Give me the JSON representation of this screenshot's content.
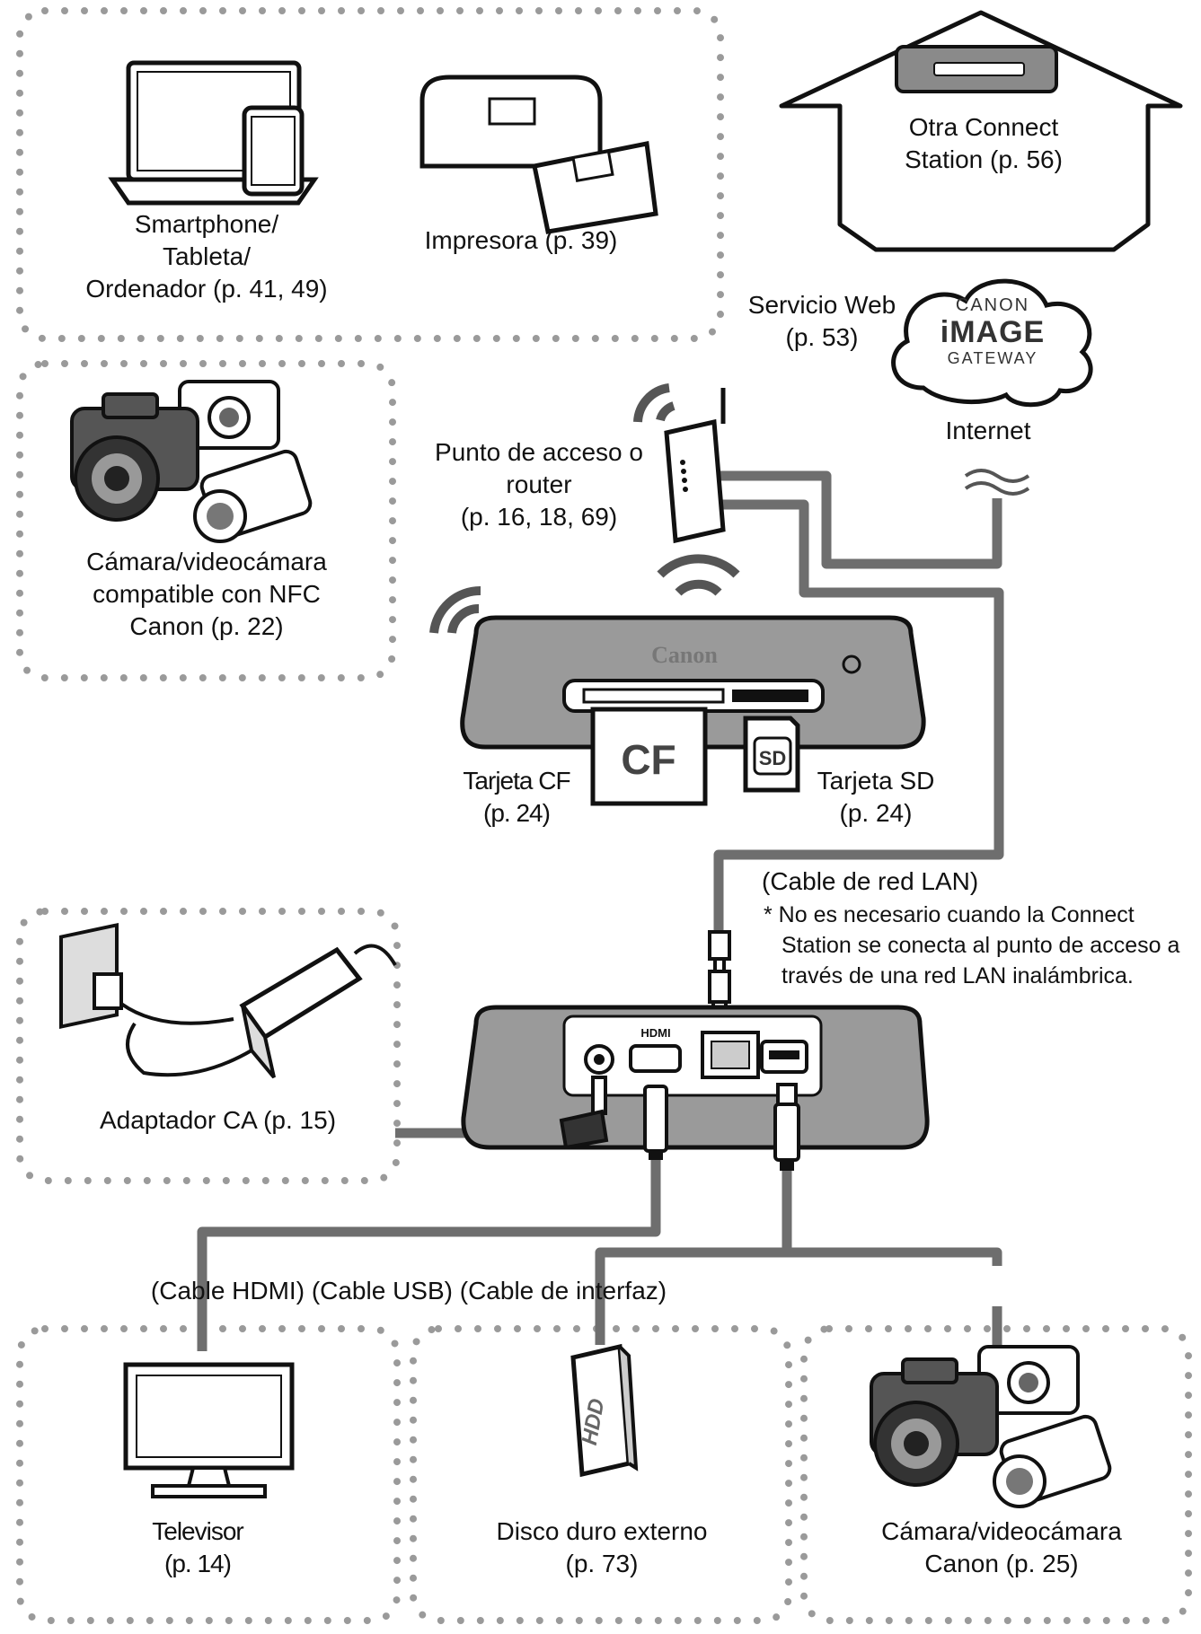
{
  "palette": {
    "cable": "#6e6e6e",
    "device": "#9a9a9a",
    "device_dark": "#6a6a6a",
    "line": "#111111",
    "dots": "#9a9a9a"
  },
  "labels": {
    "smartphone": [
      "Smartphone/",
      "Tableta/",
      "Ordenador (p. 41, 49)"
    ],
    "printer": [
      "Impresora (p. 39)"
    ],
    "other_station": [
      "Otra Connect",
      "Station (p. 56)"
    ],
    "web_service": [
      "Servicio Web",
      "(p. 53)"
    ],
    "gateway": [
      "CANON",
      "iMAGE",
      "GATEWAY"
    ],
    "internet": [
      "Internet"
    ],
    "access_point": [
      "Punto de acceso o",
      "router",
      "(p. 16, 18, 69)"
    ],
    "nfc_camera": [
      "Cámara/videocámara",
      "compatible con NFC",
      "Canon (p. 22)"
    ],
    "brand": "Canon",
    "cf_text": "CF",
    "sd_text": "SD",
    "cf_card": [
      "Tarjeta CF",
      "(p. 24)"
    ],
    "sd_card": [
      "Tarjeta SD",
      "(p. 24)"
    ],
    "lan_cable": [
      "(Cable de red LAN)"
    ],
    "lan_note": [
      "* No es necesario cuando la Connect",
      "Station se conecta al punto de acceso a",
      "través de una red LAN inalámbrica."
    ],
    "port_hdmi": "HDMI",
    "ac_adapter": [
      "Adaptador CA (p. 15)"
    ],
    "cables": [
      "(Cable HDMI) (Cable USB) (Cable de interfaz)"
    ],
    "hdd_text": "HDD",
    "tv": [
      "Televisor",
      "(p. 14)"
    ],
    "hdd": [
      "Disco duro externo",
      "(p. 73)"
    ],
    "camera": [
      "Cámara/videocámara",
      "Canon (p. 25)"
    ]
  }
}
